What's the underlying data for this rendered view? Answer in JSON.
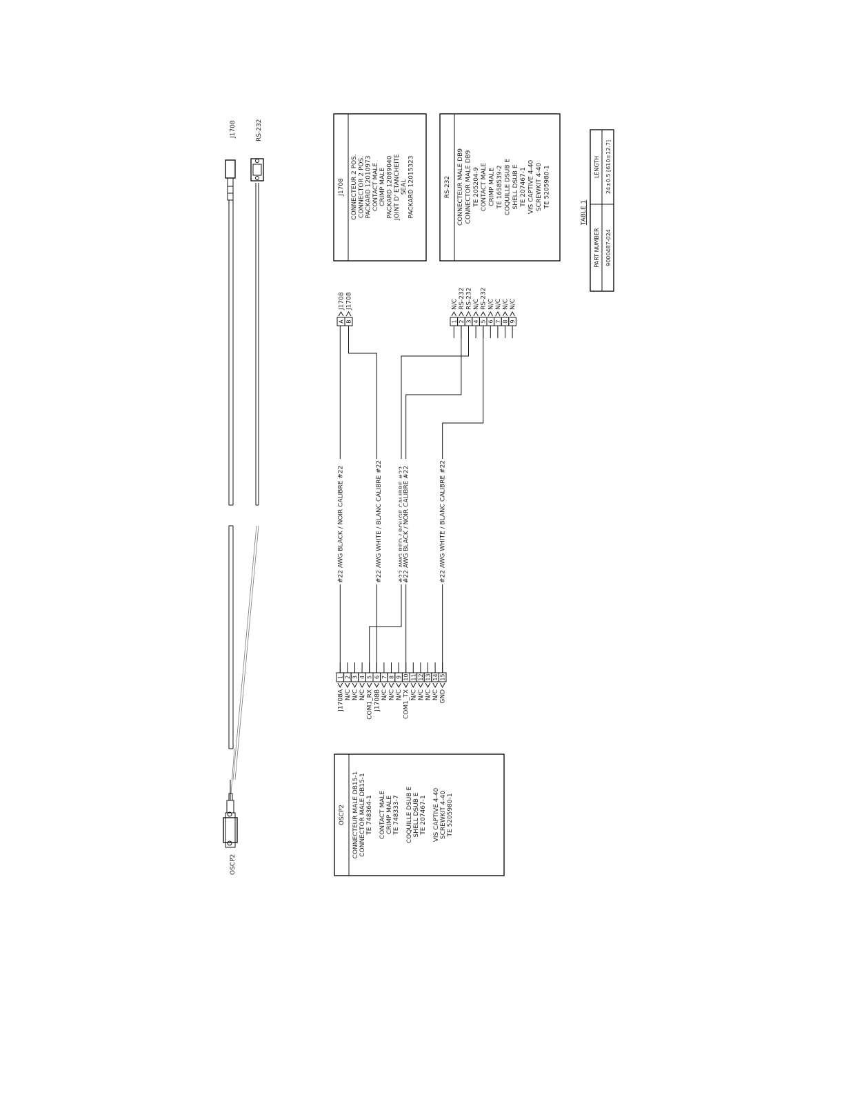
{
  "labels": {
    "oscp2_end": "OSCP2",
    "j1708_end": "J1708",
    "rs232_end": "RS-232"
  },
  "oscp2_box": {
    "title": "OSCP2",
    "lines": [
      "CONNECTEUR MALE DB15-1",
      "CONNECTOR MALE DB15-1",
      "TE 748364-1",
      "",
      "CONTACT MALE",
      "CRIMP MALE",
      "TE 748333-7",
      "",
      "COQUILLE DSUB E",
      "SHELL DSUB E",
      "TE 207467-1",
      "",
      "VIS CAPTIVE 4-40",
      "SCREWKIT 4-40",
      "TE 5205980-1"
    ]
  },
  "j1708_box": {
    "title": "J1708",
    "lines": [
      "CONNECTEUR 2 POS.",
      "CONNECTOR 2 POS.",
      "PACKARD 12010973",
      "CONTACT MALE",
      "CRIMP MALE",
      "PACKARD 12089040",
      "JOINT D' ETANCHEITE",
      "SEAL",
      "PACKARD 12015323"
    ]
  },
  "rs232_box": {
    "title": "RS-232",
    "lines": [
      "CONNECTEUR MALE DB9",
      "CONNECTOR MALE DB9",
      "TE 205204-9",
      "CONTACT MALE",
      "CRIMP MALE",
      "TE 1658539-2",
      "COQUILLE DSUB E",
      "SHELL DSUB E",
      "TE 207467-1",
      "VIS CAPTIVE 4-40",
      "SCREWKIT 4-40",
      "TE 5205980-1"
    ]
  },
  "table": {
    "caption": "TABLE 1",
    "headers": [
      "PART NUMBER",
      "LENGTH"
    ],
    "rows": [
      [
        "9000487-024",
        "24±0.5 [610±12.7]"
      ]
    ]
  },
  "pins_db15": [
    {
      "num": "1",
      "label": "J1708A"
    },
    {
      "num": "2",
      "label": "N/C"
    },
    {
      "num": "3",
      "label": "N/C"
    },
    {
      "num": "4",
      "label": "N/C"
    },
    {
      "num": "5",
      "label": "COM1_RX"
    },
    {
      "num": "6",
      "label": "J1708B"
    },
    {
      "num": "7",
      "label": "N/C"
    },
    {
      "num": "8",
      "label": "N/C"
    },
    {
      "num": "9",
      "label": "N/C"
    },
    {
      "num": "10",
      "label": "COM1_TX"
    },
    {
      "num": "11",
      "label": "N/C"
    },
    {
      "num": "12",
      "label": "N/C"
    },
    {
      "num": "13",
      "label": "N/C"
    },
    {
      "num": "14",
      "label": "N/C"
    },
    {
      "num": "15",
      "label": "GND"
    }
  ],
  "pins_j1708": [
    {
      "num": "A",
      "label": "J1708"
    },
    {
      "num": "B",
      "label": "J1708"
    }
  ],
  "pins_db9": [
    {
      "num": "1",
      "label": "N/C"
    },
    {
      "num": "2",
      "label": "RS-232"
    },
    {
      "num": "3",
      "label": "RS-232"
    },
    {
      "num": "4",
      "label": "N/C"
    },
    {
      "num": "5",
      "label": "RS-232"
    },
    {
      "num": "6",
      "label": "N/C"
    },
    {
      "num": "7",
      "label": "N/C"
    },
    {
      "num": "8",
      "label": "N/C"
    },
    {
      "num": "9",
      "label": "N/C"
    }
  ],
  "wires": [
    {
      "label": "#22 AWG BLACK / NOIR CALIBRE #22"
    },
    {
      "label": "#22 AWG WHITE / BLANC CALIBRE #22"
    },
    {
      "label": "#22 AWG RED / ROUGE CALIBRE #22"
    },
    {
      "label": "#22 AWG BLACK / NOIR CALIBRE #22"
    },
    {
      "label": "#22 AWG WHITE / BLANC CALIBRE #22"
    }
  ]
}
